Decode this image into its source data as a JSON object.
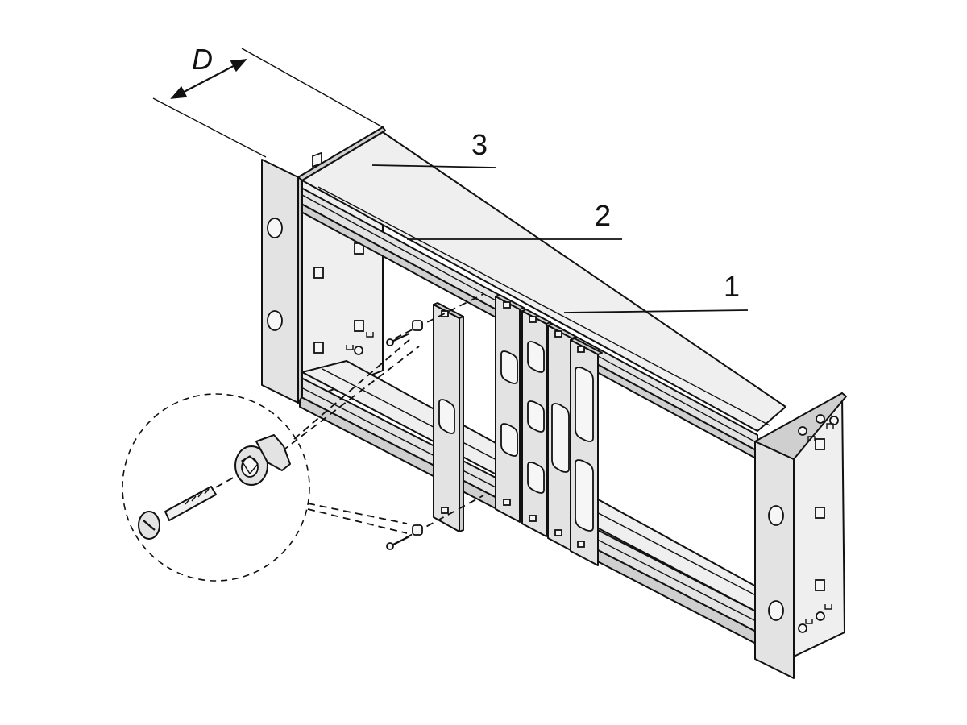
{
  "figure": {
    "dimension_label": "D",
    "callouts": [
      {
        "number": "1"
      },
      {
        "number": "2"
      },
      {
        "number": "3"
      }
    ]
  }
}
